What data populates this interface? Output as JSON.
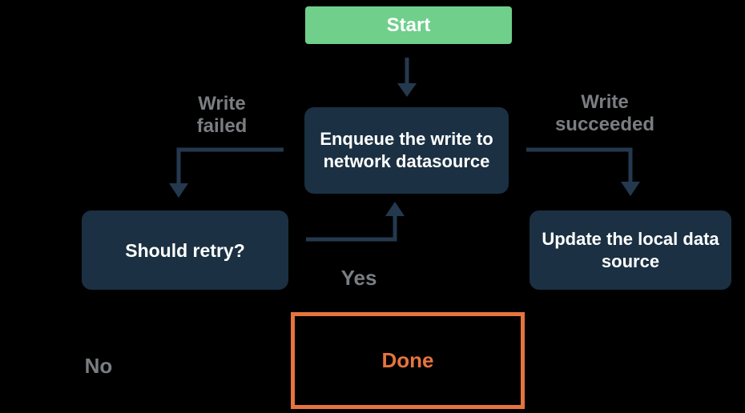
{
  "diagram": {
    "type": "flowchart",
    "nodes": {
      "start": {
        "label": "Start"
      },
      "enqueue": {
        "label": "Enqueue the write to\nnetwork datasource"
      },
      "should_retry": {
        "label": "Should retry?"
      },
      "update_local": {
        "label": "Update the local data\nsource"
      },
      "done": {
        "label": "Done"
      }
    },
    "edge_labels": {
      "write_failed": "Write\nfailed",
      "write_succeeded": "Write\nsucceeded",
      "yes": "Yes",
      "no": "No"
    },
    "edges": [
      {
        "from": "start",
        "to": "enqueue",
        "label": ""
      },
      {
        "from": "enqueue",
        "to": "should_retry",
        "label": "Write failed"
      },
      {
        "from": "enqueue",
        "to": "update_local",
        "label": "Write succeeded"
      },
      {
        "from": "should_retry",
        "to": "enqueue",
        "label": "Yes"
      },
      {
        "from": "should_retry",
        "to": "done",
        "label": "No"
      }
    ],
    "colors": {
      "background": "#000000",
      "start_fill": "#6fcf8b",
      "node_fill": "#1b3042",
      "node_text": "#ffffff",
      "arrow": "#24394e",
      "label_text": "#7a7d81",
      "done_accent": "#e6743f"
    }
  }
}
